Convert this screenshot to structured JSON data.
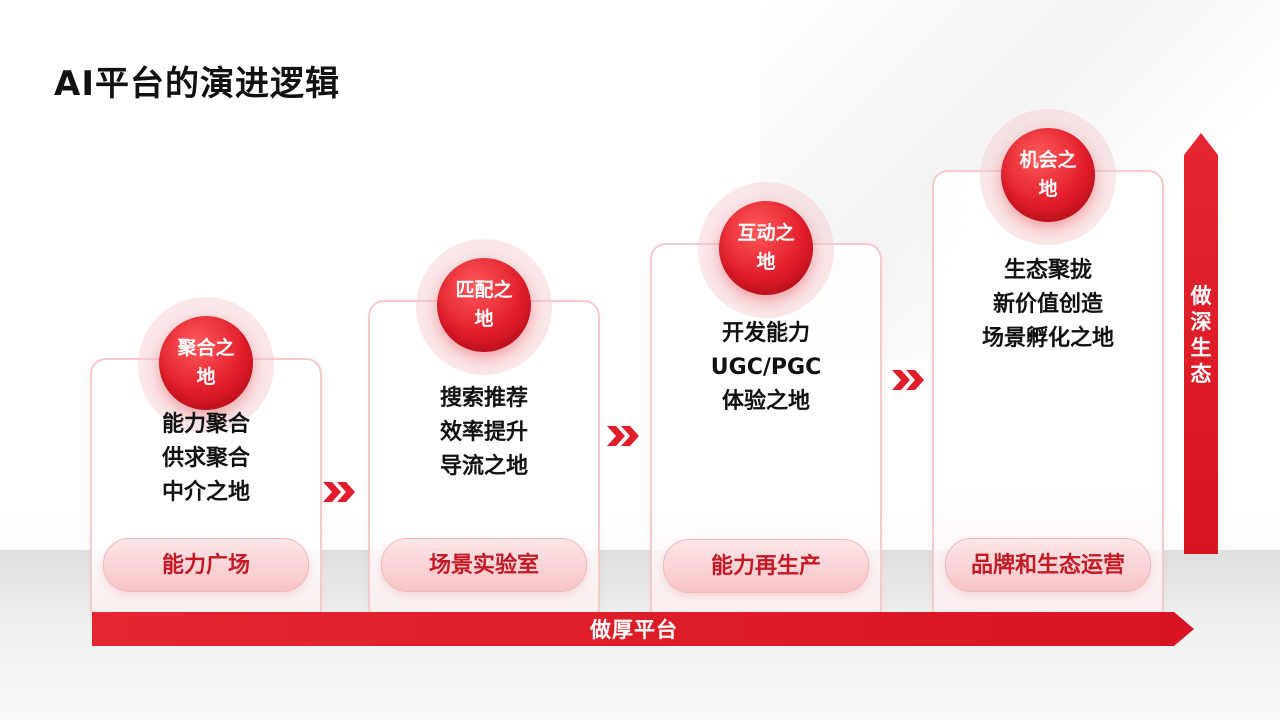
{
  "title": "AI平台的演进逻辑",
  "stages": [
    {
      "badge": "聚合之地",
      "lines": [
        "能力聚合",
        "供求聚合",
        "中介之地"
      ],
      "pill": "能力广场"
    },
    {
      "badge": "匹配之地",
      "lines": [
        "搜索推荐",
        "效率提升",
        "导流之地"
      ],
      "pill": "场景实验室"
    },
    {
      "badge": "互动之地",
      "lines": [
        "开发能力",
        "UGC/PGC",
        "体验之地"
      ],
      "pill": "能力再生产"
    },
    {
      "badge": "机会之地",
      "lines": [
        "生态聚拢",
        "新价值创造",
        "场景孵化之地"
      ],
      "pill": "品牌和生态运营"
    }
  ],
  "base_arrow_label": "做厚平台",
  "vertical_arrow_label": "做深生态",
  "colors": {
    "accent_red": "#e11d2b",
    "light_pink": "#f7c3c6",
    "text_dark": "#111111",
    "pill_text": "#c41a26"
  },
  "icons": {
    "connector": "double-chevron-right-icon",
    "base_arrow": "arrow-right-icon",
    "vertical_arrow": "arrow-up-icon"
  }
}
